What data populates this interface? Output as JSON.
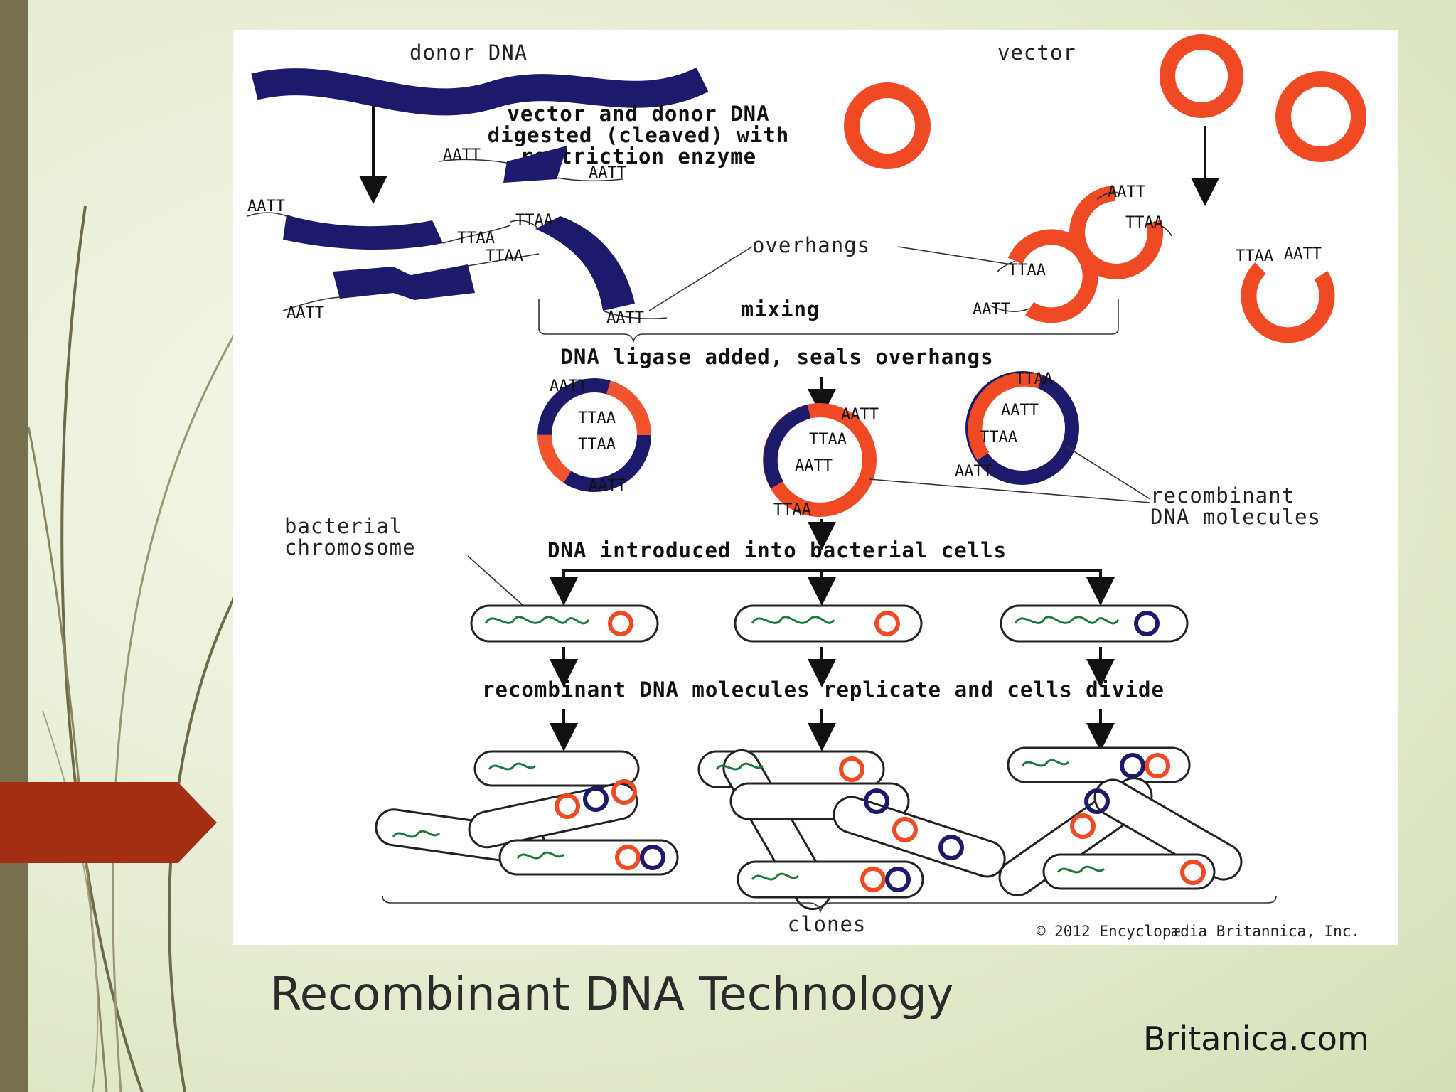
{
  "slide": {
    "title": "Recombinant DNA Technology",
    "source": "Britanica.com"
  },
  "colors": {
    "donor_dna": "#1d1a6b",
    "vector": "#f04a24",
    "chromosome": "#1b7a3c",
    "accent_bar": "#a32e14",
    "left_bar": "#76704f"
  },
  "figure": {
    "donor_label": "donor DNA",
    "vector_label": "vector",
    "digest_line1": "vector and donor DNA",
    "digest_line2": "digested (cleaved) with",
    "digest_line3": "restriction enzyme",
    "overhangs_label": "overhangs",
    "mixing_label": "mixing",
    "ligase_label": "DNA ligase added, seals overhangs",
    "recombinant_label_line1": "recombinant",
    "recombinant_label_line2": "DNA molecules",
    "bacterial_label_line1": "bacterial",
    "bacterial_label_line2": "chromosome",
    "introduced_label": "DNA introduced into bacterial cells",
    "replicate_label": "recombinant DNA molecules replicate and cells divide",
    "clones_label": "clones",
    "copyright": "© 2012 Encyclopædia Britannica, Inc.",
    "seq_aatt": "AATT",
    "seq_ttaa": "TTAA"
  }
}
